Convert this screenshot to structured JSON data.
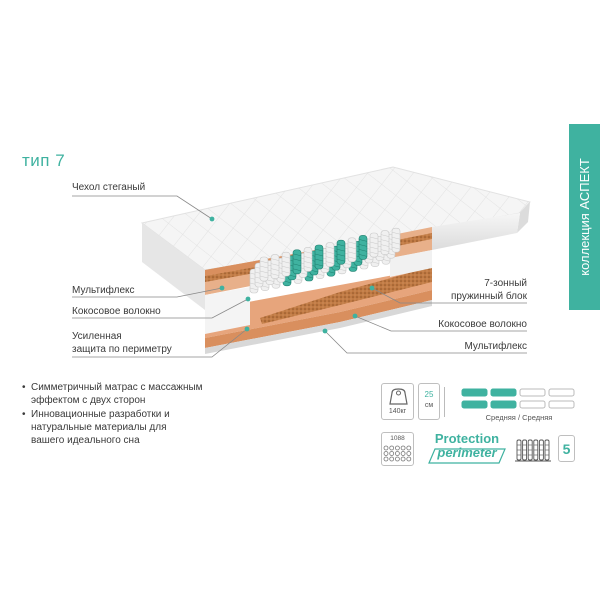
{
  "title": "тип 7",
  "collection": "коллекция АСПЕКТ",
  "labels_left": {
    "cover": "Чехол стеганый",
    "multiflex": "Мультифлекс",
    "coconut": "Кокосовое волокно",
    "perimeter_line1": "Усиленная",
    "perimeter_line2": "защита по периметру"
  },
  "labels_right": {
    "springs_line1": "7-зонный",
    "springs_line2": "пружинный блок",
    "coconut": "Кокосовое волокно",
    "multiflex": "Мультифлекс"
  },
  "features": [
    {
      "line1": "Симметричный матрас с массажным",
      "line2": "эффектом с двух сторон"
    },
    {
      "line1": "Инновационные разработки и",
      "line2": "натуральные материалы для",
      "line3": "вашего идеального сна"
    }
  ],
  "specs": {
    "weight": "140кг",
    "height_value": "25",
    "height_unit": "см",
    "firmness": "Средняя / Средняя",
    "firmness_levels": {
      "top_filled": 2,
      "bottom_filled": 2,
      "total": 4
    },
    "springs_count": "1088",
    "protection_line1": "Protection",
    "protection_line2": "perimeter",
    "warranty": "5"
  },
  "colors": {
    "accent": "#3fb2a0",
    "foam": "#e4a57a",
    "coir": "#b6703a",
    "cover": "#f3f3f3"
  }
}
